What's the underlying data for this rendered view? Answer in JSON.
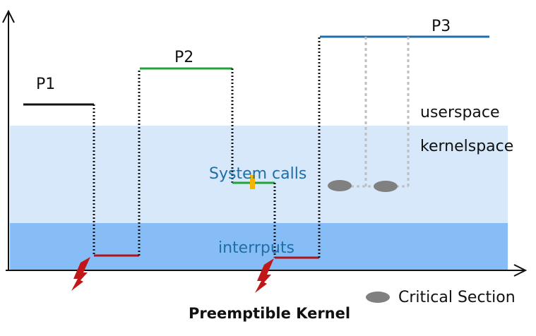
{
  "labels": {
    "p1": "P1",
    "p2": "P2",
    "p3": "P3",
    "userspace": "userspace",
    "kernelspace": "kernelspace",
    "system_calls": "System calls",
    "interrupts": "interrputs",
    "legend_critical": "Critical Section",
    "title": "Preemptible Kernel"
  },
  "colors": {
    "kernel_band": "#d7e8fa",
    "interrupt_band": "#86bdf7",
    "p1": "#111111",
    "p2": "#22a33a",
    "p3": "#1f6ea8",
    "interrupt_line": "#b3141a",
    "lock_marker": "#f5b400",
    "critical_section": "#808080",
    "ghost_line": "#bfbfbf"
  },
  "icons": {
    "interrupt": "lightning-bolt-icon",
    "critical_section": "ellipse-icon"
  }
}
